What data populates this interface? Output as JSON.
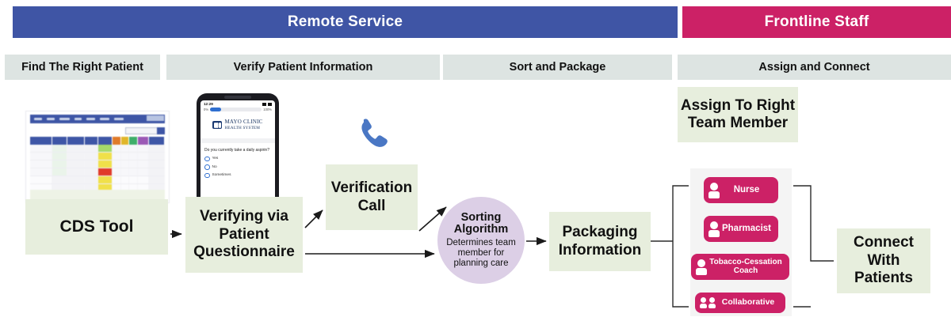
{
  "banners": [
    {
      "label": "Remote Service",
      "color": "#3f55a5"
    },
    {
      "label": "Frontline Staff",
      "color": "#cc2166"
    }
  ],
  "stage_headers": [
    {
      "label": "Find The Right Patient"
    },
    {
      "label": "Verify Patient Information"
    },
    {
      "label": "Sort and Package"
    },
    {
      "label": "Assign and Connect"
    }
  ],
  "process_boxes": {
    "cds_tool": "CDS Tool",
    "verifying": "Verifying via Patient Questionnaire",
    "verification_call": "Verification Call",
    "packaging": "Packaging Information",
    "assign_team": "Assign To Right Team Member",
    "connect": "Connect With Patients"
  },
  "sorting": {
    "title_line1": "Sorting",
    "title_line2": "Algorithm",
    "subtitle": "Determines team member for planning care",
    "color": "#dccfe6"
  },
  "team_members": [
    {
      "label": "Nurse",
      "icon": "person-icon"
    },
    {
      "label": "Pharmacist",
      "icon": "person-icon"
    },
    {
      "label": "Tobacco-Cessation Coach",
      "icon": "person-icon"
    },
    {
      "label": "Collaborative",
      "icon": "two-people-icon"
    }
  ],
  "phone": {
    "time": "12:29",
    "progress_min": "0%",
    "progress_max": "100%",
    "progress_value": 22,
    "logo_line1": "MAYO CLINIC",
    "logo_line2": "HEALTH SYSTEM",
    "question": "Do you currently take a daily aspirin?",
    "options": [
      "Yes",
      "No",
      "Sometimes"
    ]
  },
  "icons": {
    "handset": "phone-handset-icon",
    "mayo_shield": "mayo-shield-icon"
  },
  "colors": {
    "remote_blue": "#3f55a5",
    "frontline_pink": "#cc2166",
    "subhead_gray": "#dde4e2",
    "box_green": "#e7eedd",
    "circle_purple": "#dccfe6"
  }
}
